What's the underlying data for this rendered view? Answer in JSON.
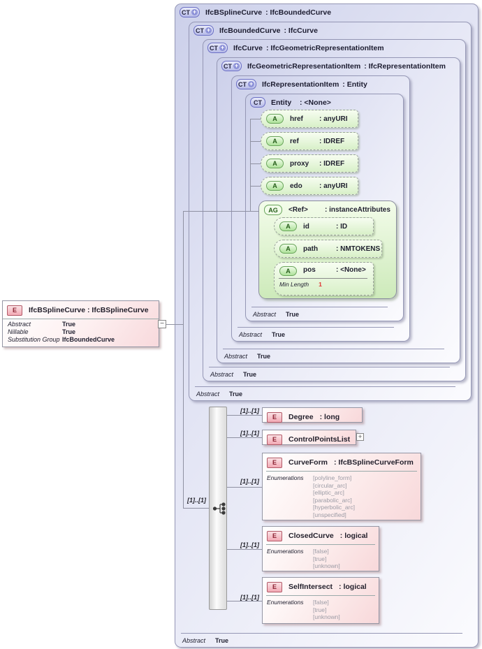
{
  "element_box": {
    "badge": "E",
    "title": "IfcBSplineCurve : IfcBSplineCurve",
    "properties": [
      {
        "label": "Abstract",
        "value": "True"
      },
      {
        "label": "Nillable",
        "value": "True"
      },
      {
        "label": "Substitution Group",
        "value": "IfcBoundedCurve"
      }
    ],
    "collapse_glyph": "−"
  },
  "type_boxes": [
    {
      "badge": "CT",
      "expand": "+",
      "name": "IfcBSplineCurve",
      "type": ": IfcBoundedCurve",
      "footer": {
        "label": "Abstract",
        "value": "True"
      }
    },
    {
      "badge": "CT",
      "expand": "+",
      "name": "IfcBoundedCurve",
      "type": ": IfcCurve",
      "footer": {
        "label": "Abstract",
        "value": "True"
      }
    },
    {
      "badge": "CT",
      "expand": "+",
      "name": "IfcCurve",
      "type": ": IfcGeometricRepresentationItem",
      "footer": {
        "label": "Abstract",
        "value": "True"
      }
    },
    {
      "badge": "CT",
      "expand": "+",
      "name": "IfcGeometricRepresentationItem",
      "type": ": IfcRepresentationItem",
      "footer": {
        "label": "Abstract",
        "value": "True"
      }
    },
    {
      "badge": "CT",
      "expand": "+",
      "name": "IfcRepresentationItem",
      "type": ": Entity",
      "footer": {
        "label": "Abstract",
        "value": "True"
      }
    },
    {
      "badge": "CT",
      "name": "Entity",
      "type": ": <None>",
      "footer": {
        "label": "Abstract",
        "value": "True"
      }
    }
  ],
  "attributes": [
    {
      "badge": "A",
      "name": "href",
      "type": ": anyURI"
    },
    {
      "badge": "A",
      "name": "ref",
      "type": ": IDREF"
    },
    {
      "badge": "A",
      "name": "proxy",
      "type": ": IDREF"
    },
    {
      "badge": "A",
      "name": "edo",
      "type": ": anyURI"
    }
  ],
  "attribute_group": {
    "badge": "AG",
    "name": "<Ref>",
    "type": ": instanceAttributes",
    "attributes": [
      {
        "badge": "A",
        "name": "id",
        "type": ": ID"
      },
      {
        "badge": "A",
        "name": "path",
        "type": ": NMTOKENS"
      },
      {
        "badge": "A",
        "name": "pos",
        "type": ": <None>",
        "facet": {
          "label": "Min Length",
          "value": "1"
        }
      }
    ]
  },
  "sequence": {
    "cardinality": "[1]..[1]"
  },
  "elements": [
    {
      "badge": "E",
      "cardinality": "[1]..[1]",
      "name": "Degree",
      "type": ": long"
    },
    {
      "badge": "E",
      "cardinality": "[1]..[1]",
      "name": "ControlPointsList",
      "type": "",
      "expand": "+"
    },
    {
      "badge": "E",
      "cardinality": "[1]..[1]",
      "name": "CurveForm",
      "type": ": IfcBSplineCurveForm",
      "enum_label": "Enumerations",
      "enums": [
        "[polyline_form]",
        "[circular_arc]",
        "[elliptic_arc]",
        "[parabolic_arc]",
        "[hyperbolic_arc]",
        "[unspecified]"
      ]
    },
    {
      "badge": "E",
      "cardinality": "[1]..[1]",
      "name": "ClosedCurve",
      "type": ": logical",
      "enum_label": "Enumerations",
      "enums": [
        "[false]",
        "[true]",
        "[unknown]"
      ]
    },
    {
      "badge": "E",
      "cardinality": "[1]..[1]",
      "name": "SelfIntersect",
      "type": ": logical",
      "enum_label": "Enumerations",
      "enums": [
        "[false]",
        "[true]",
        "[unknown]"
      ]
    }
  ]
}
